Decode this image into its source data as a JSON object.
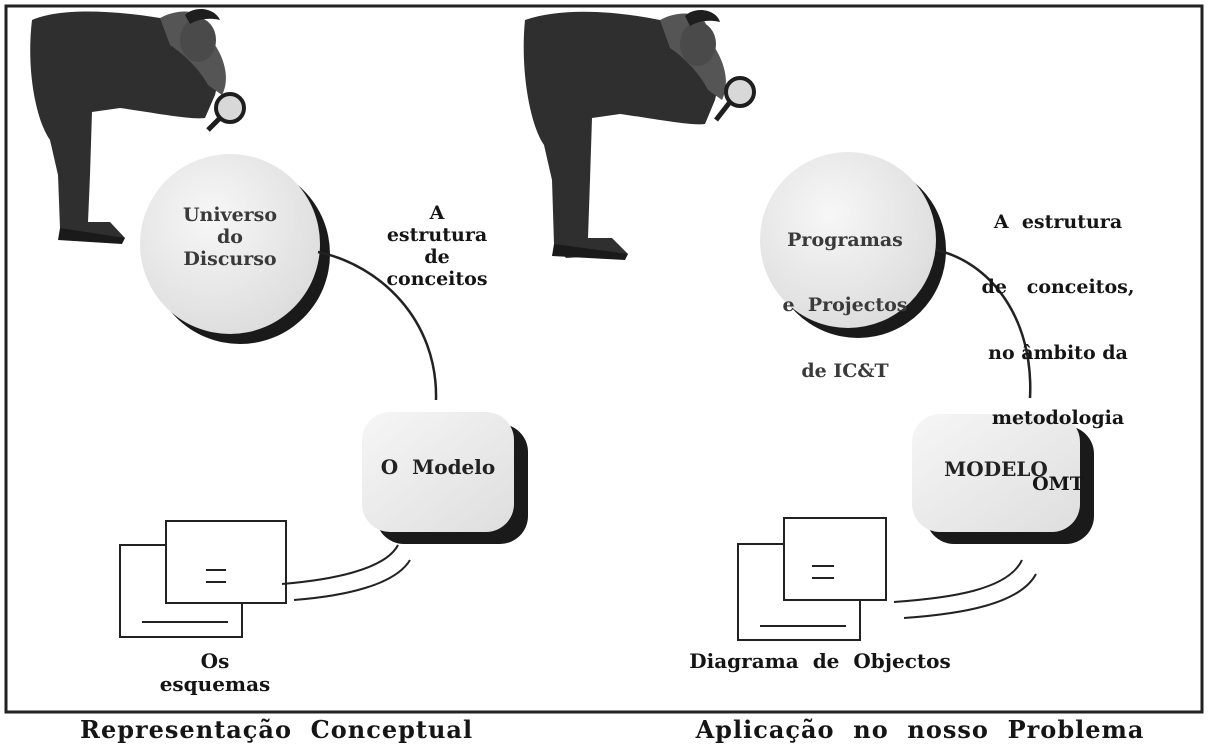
{
  "left_panel": {
    "circle_label": [
      "Universo",
      "do",
      "Discurso"
    ],
    "structure_label": [
      "A",
      "estrutura",
      "de",
      "conceitos"
    ],
    "model_label": "O  Modelo",
    "schemas_label": [
      "Os",
      "esquemas"
    ],
    "caption": "Representação  Conceptual"
  },
  "right_panel": {
    "circle_label": [
      "Programas",
      "e  Projectos",
      "de IC&T"
    ],
    "structure_label": [
      "A  estrutura",
      "de   conceitos,",
      "no âmbito da",
      "metodologia",
      "OMT"
    ],
    "model_label": "MODELO",
    "diagram_label": "Diagrama  de  Objectos",
    "caption": "Aplicação  no  nosso  Problema"
  },
  "colors": {
    "figure": "#2f2f2f",
    "circle_fill": "#ececec",
    "shadow": "#1a1a1a",
    "line": "#222222"
  }
}
